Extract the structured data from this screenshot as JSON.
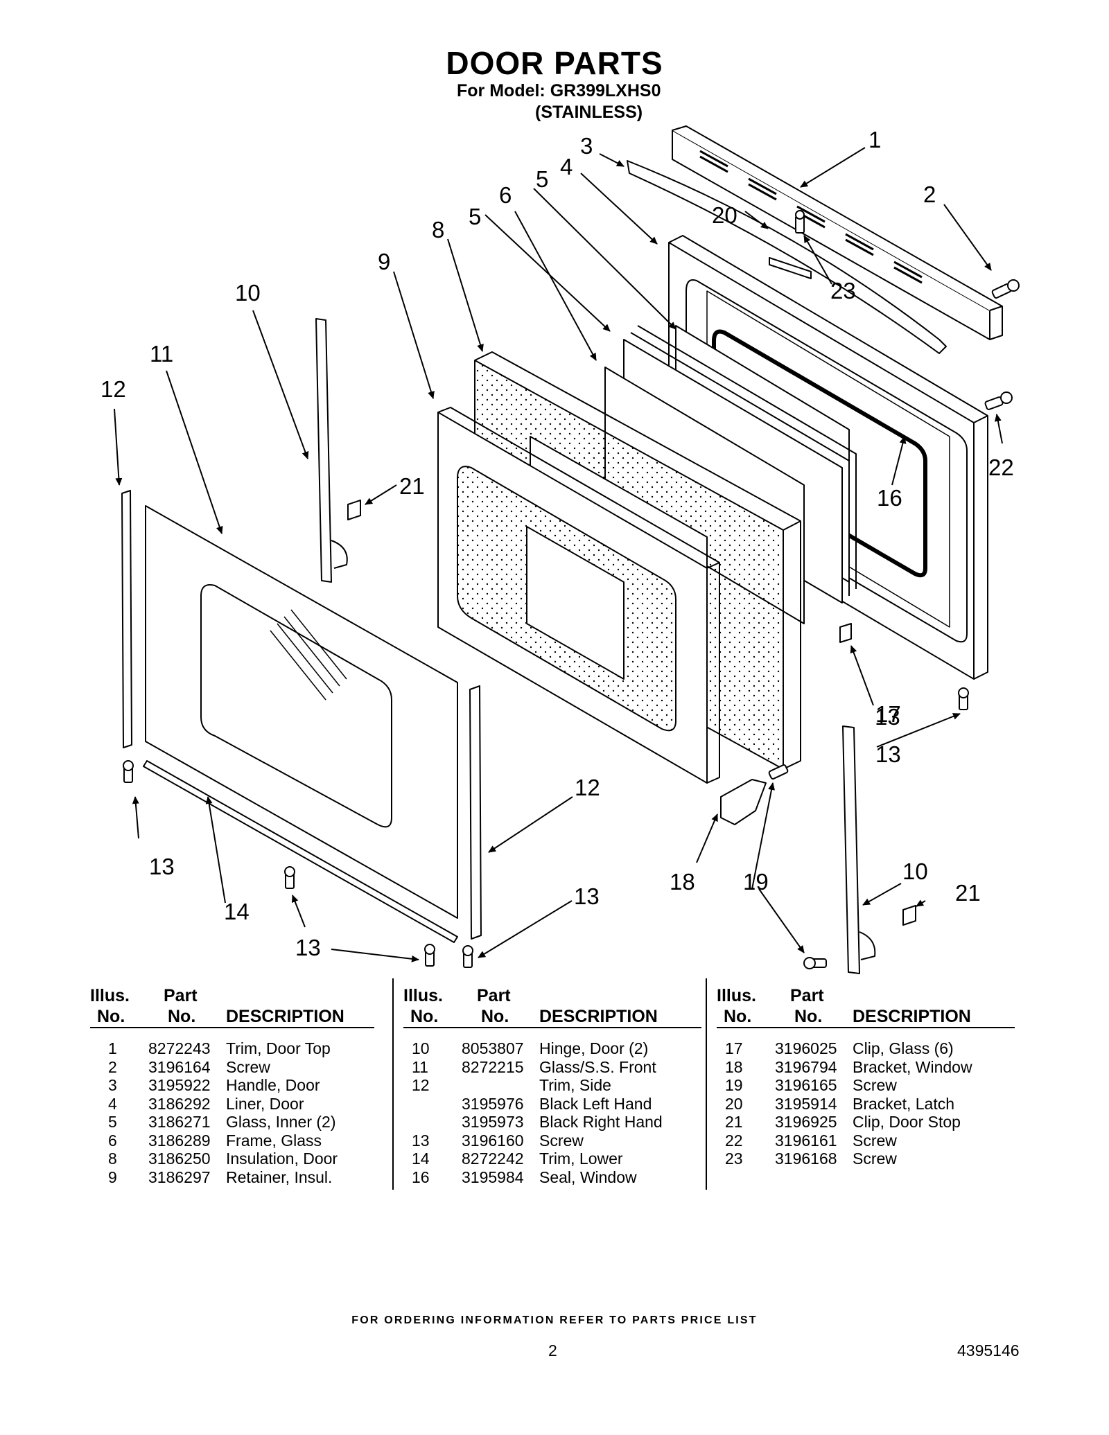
{
  "header": {
    "title": "DOOR PARTS",
    "model_line": "For Model: GR399LXHS0",
    "finish_line": "(STAINLESS)"
  },
  "diagram": {
    "callouts": [
      "1",
      "2",
      "3",
      "4",
      "5",
      "5",
      "6",
      "8",
      "9",
      "10",
      "10",
      "11",
      "12",
      "12",
      "13",
      "13",
      "13",
      "13",
      "13",
      "14",
      "16",
      "17",
      "18",
      "19",
      "20",
      "21",
      "21",
      "22",
      "23"
    ]
  },
  "table": {
    "headers": {
      "illus_top": "Illus.",
      "illus_bottom": "No.",
      "part_top": "Part",
      "part_bottom": "No.",
      "description": "DESCRIPTION"
    },
    "columns": [
      [
        {
          "illus": "1",
          "part": "8272243",
          "desc": "Trim, Door Top"
        },
        {
          "illus": "2",
          "part": "3196164",
          "desc": "Screw"
        },
        {
          "illus": "3",
          "part": "3195922",
          "desc": "Handle, Door"
        },
        {
          "illus": "4",
          "part": "3186292",
          "desc": "Liner, Door"
        },
        {
          "illus": "5",
          "part": "3186271",
          "desc": "Glass, Inner (2)"
        },
        {
          "illus": "6",
          "part": "3186289",
          "desc": "Frame, Glass"
        },
        {
          "illus": "8",
          "part": "3186250",
          "desc": "Insulation, Door"
        },
        {
          "illus": "9",
          "part": "3186297",
          "desc": "Retainer, Insul."
        }
      ],
      [
        {
          "illus": "10",
          "part": "8053807",
          "desc": "Hinge, Door (2)"
        },
        {
          "illus": "11",
          "part": "8272215",
          "desc": "Glass/S.S. Front"
        },
        {
          "illus": "12",
          "part": "",
          "desc": "Trim, Side"
        },
        {
          "illus": "",
          "part": "3195976",
          "desc": "Black Left Hand"
        },
        {
          "illus": "",
          "part": "3195973",
          "desc": "Black Right Hand"
        },
        {
          "illus": "13",
          "part": "3196160",
          "desc": "Screw"
        },
        {
          "illus": "14",
          "part": "8272242",
          "desc": "Trim, Lower"
        },
        {
          "illus": "16",
          "part": "3195984",
          "desc": "Seal, Window"
        }
      ],
      [
        {
          "illus": "17",
          "part": "3196025",
          "desc": "Clip, Glass (6)"
        },
        {
          "illus": "18",
          "part": "3196794",
          "desc": "Bracket, Window"
        },
        {
          "illus": "19",
          "part": "3196165",
          "desc": "Screw"
        },
        {
          "illus": "20",
          "part": "3195914",
          "desc": "Bracket, Latch"
        },
        {
          "illus": "21",
          "part": "3196925",
          "desc": "Clip, Door Stop"
        },
        {
          "illus": "22",
          "part": "3196161",
          "desc": "Screw"
        },
        {
          "illus": "23",
          "part": "3196168",
          "desc": "Screw"
        }
      ]
    ]
  },
  "footer": {
    "ordering_note": "FOR ORDERING INFORMATION REFER TO PARTS PRICE LIST",
    "page_number": "2",
    "document_number": "4395146"
  }
}
